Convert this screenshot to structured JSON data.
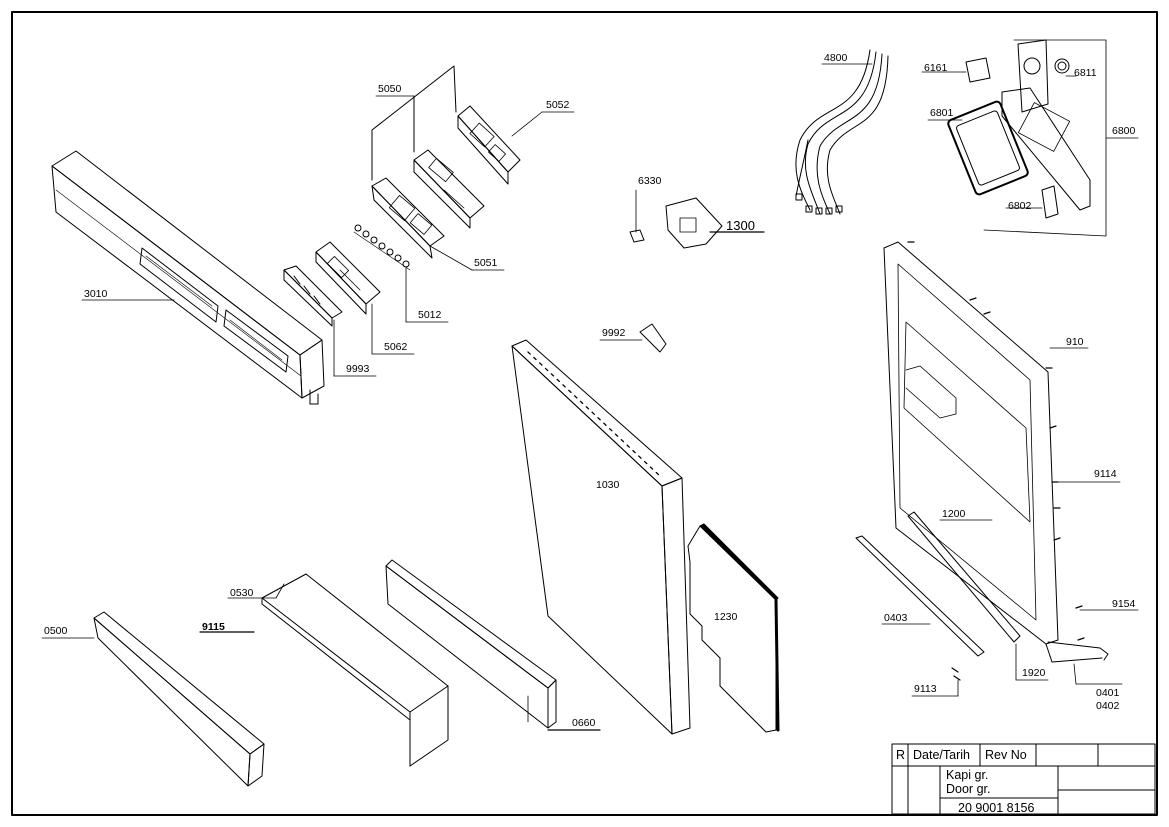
{
  "part_labels": {
    "p3010": "3010",
    "p5050": "5050",
    "p5052": "5052",
    "p5051": "5051",
    "p5012": "5012",
    "p5062": "5062",
    "p9993": "9993",
    "p4800": "4800",
    "p6161": "6161",
    "p6811": "6811",
    "p6801": "6801",
    "p6800": "6800",
    "p6802": "6802",
    "p6330": "6330",
    "p1300": "1300",
    "p9992": "9992",
    "p910": "910",
    "p9114": "9114",
    "p1200": "1200",
    "p1030": "1030",
    "p1230": "1230",
    "p0530": "0530",
    "p9115": "9115",
    "p0500": "0500",
    "p0660": "0660",
    "p0403": "0403",
    "p1920": "1920",
    "p9154": "9154",
    "p9113": "9113",
    "p0401": "0401",
    "p0402": "0402"
  },
  "title_block": {
    "col_r": "R",
    "col_date": "Date/Tarih",
    "col_rev": "Rev No",
    "group_tr": "Kapi gr.",
    "group_en": "Door gr.",
    "drawing_no": "20 9001 8156"
  }
}
